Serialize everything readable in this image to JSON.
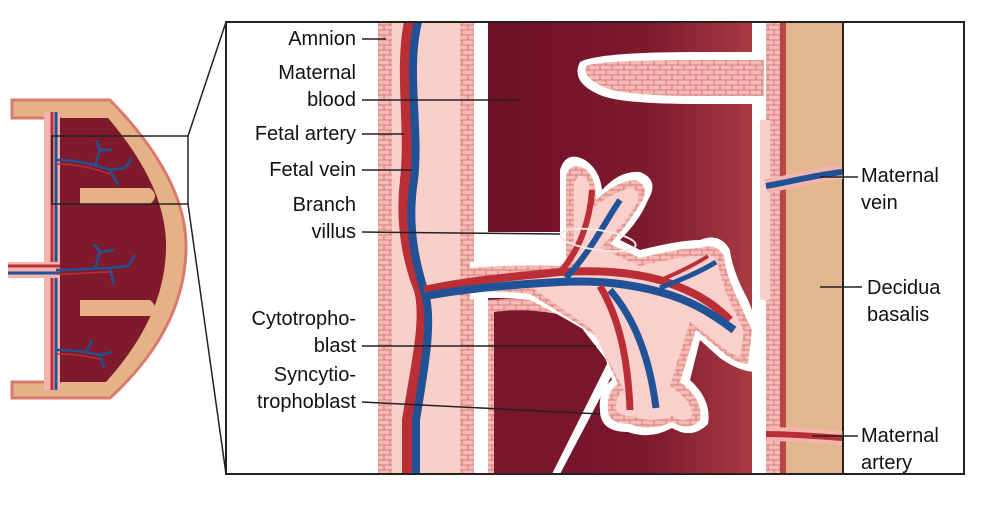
{
  "colors": {
    "maternal_blood_dark": "#6e0f26",
    "maternal_blood_light": "#a8343c",
    "decidua": "#e3b68d",
    "villus_wall": "#f3aaa6",
    "villus_light": "#fbd7d3",
    "fetal_artery": "#b92f35",
    "fetal_vein": "#1f5296",
    "outline": "#222222"
  },
  "labels": {
    "amnion": "Amnion",
    "maternal_blood_1": "Maternal",
    "maternal_blood_2": "blood",
    "fetal_artery": "Fetal artery",
    "fetal_vein": "Fetal vein",
    "branch_villus_1": "Branch",
    "branch_villus_2": "villus",
    "cytotrophoblast_1": "Cytotropho-",
    "cytotrophoblast_2": "blast",
    "syncytiotrophoblast_1": "Syncytio-",
    "syncytiotrophoblast_2": "trophoblast",
    "maternal_vein_1": "Maternal",
    "maternal_vein_2": "vein",
    "decidua_basalis_1": "Decidua",
    "decidua_basalis_2": "basalis",
    "maternal_artery_1": "Maternal",
    "maternal_artery_2": "artery"
  }
}
